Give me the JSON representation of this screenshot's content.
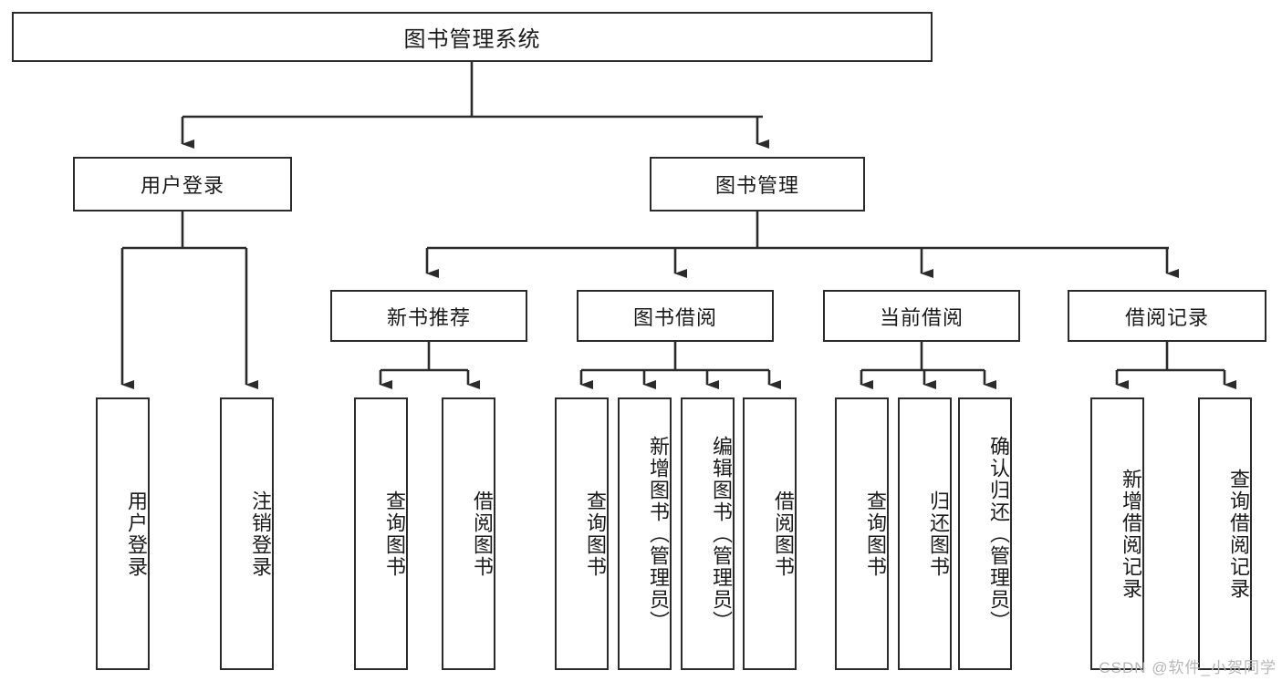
{
  "diagram": {
    "kind": "tree-hierarchy",
    "root": {
      "label": "图书管理系统"
    },
    "level2": [
      {
        "label": "用户登录"
      },
      {
        "label": "图书管理"
      }
    ],
    "level3": [
      {
        "label": "新书推荐"
      },
      {
        "label": "图书借阅"
      },
      {
        "label": "当前借阅"
      },
      {
        "label": "借阅记录"
      }
    ],
    "leaves": {
      "user_login": [
        {
          "label": "用户登录"
        },
        {
          "label": "注销登录"
        }
      ],
      "new_book_recommend": [
        {
          "label": "查询图书"
        },
        {
          "label": "借阅图书"
        }
      ],
      "book_borrow": [
        {
          "label": "查询图书"
        },
        {
          "label": "新增图书（管理员）"
        },
        {
          "label": "编辑图书（管理员）"
        },
        {
          "label": "借阅图书"
        }
      ],
      "current_borrow": [
        {
          "label": "查询图书"
        },
        {
          "label": "归还图书"
        },
        {
          "label": "确认归还（管理员）"
        }
      ],
      "borrow_records": [
        {
          "label": "新增借阅记录"
        },
        {
          "label": "查询借阅记录"
        }
      ]
    }
  },
  "watermark": {
    "text": "CSDN @软件_小贺同学"
  },
  "colors": {
    "stroke": "#2b2b2b",
    "fill": "#ffffff",
    "text": "#1a1a1a",
    "watermark": "#b7b7b7"
  }
}
